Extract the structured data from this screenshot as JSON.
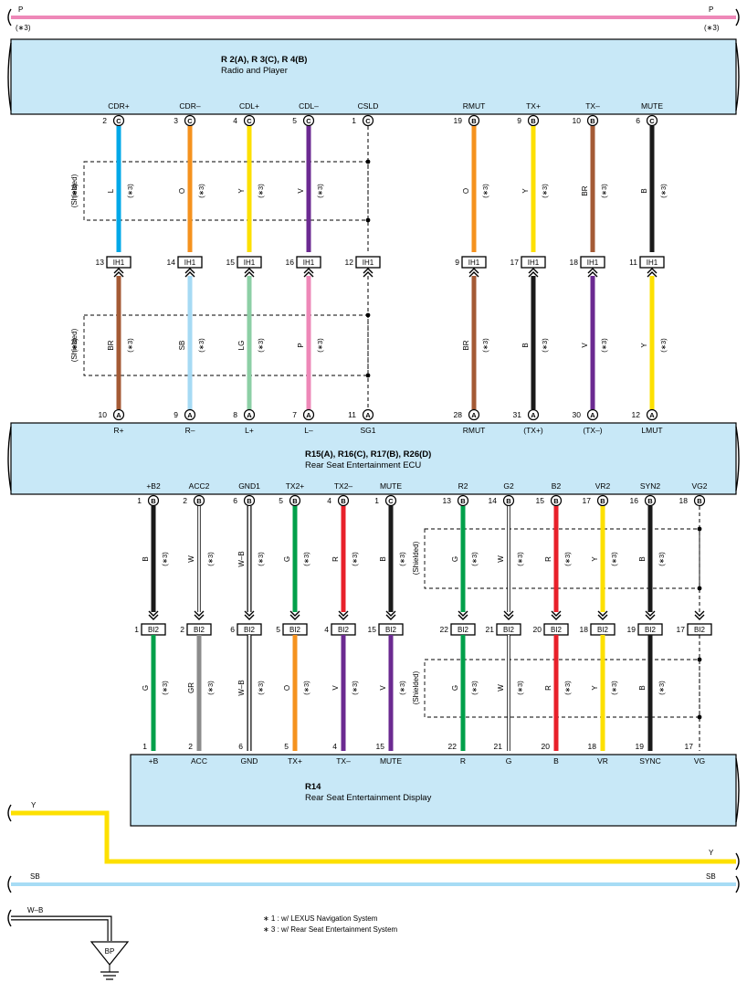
{
  "colors": {
    "pink": "#ee88b8",
    "yellow": "#fde000",
    "sky": "#a7dcf5",
    "cyan": "#00a8e8",
    "orange": "#f5921e",
    "purple": "#6b2a91",
    "brown": "#a45a35",
    "black": "#1a1a1a",
    "green": "#00a04a",
    "gray": "#8c8c8c",
    "red": "#e8202a",
    "lightgreen": "#8ccfa5",
    "lightblue": "#a6daf4",
    "box": "#c8e8f7"
  },
  "top_line": {
    "left": "P",
    "left_note": "(∗3)",
    "right": "P",
    "right_note": "(∗3)"
  },
  "radio": {
    "ref": "R 2(A), R 3(C), R 4(B)",
    "name": "Radio and Player"
  },
  "ecu": {
    "ref": "R15(A), R16(C), R17(B), R26(D)",
    "name": "Rear Seat Entertainment ECU"
  },
  "display": {
    "ref": "R14",
    "name": "Rear Seat Entertainment Display"
  },
  "shielded_label": "(Shielded)",
  "note_tag": "(∗3)",
  "section1": [
    {
      "top_name": "CDR+",
      "top_pin": "2",
      "top_conn": "C",
      "top_color": "cyan",
      "top_wire": "L",
      "ih_pin": "13",
      "ih": "IH1",
      "bot_color": "brown",
      "bot_wire": "BR",
      "bot_pin": "10",
      "bot_conn": "A",
      "bot_name": "R+"
    },
    {
      "top_name": "CDR–",
      "top_pin": "3",
      "top_conn": "C",
      "top_color": "orange",
      "top_wire": "O",
      "ih_pin": "14",
      "ih": "IH1",
      "bot_color": "lightblue",
      "bot_wire": "SB",
      "bot_pin": "9",
      "bot_conn": "A",
      "bot_name": "R–"
    },
    {
      "top_name": "CDL+",
      "top_pin": "4",
      "top_conn": "C",
      "top_color": "yellow",
      "top_wire": "Y",
      "ih_pin": "15",
      "ih": "IH1",
      "bot_color": "lightgreen",
      "bot_wire": "LG",
      "bot_pin": "8",
      "bot_conn": "A",
      "bot_name": "L+"
    },
    {
      "top_name": "CDL–",
      "top_pin": "5",
      "top_conn": "C",
      "top_color": "purple",
      "top_wire": "V",
      "ih_pin": "16",
      "ih": "IH1",
      "bot_color": "pink",
      "bot_wire": "P",
      "bot_pin": "7",
      "bot_conn": "A",
      "bot_name": "L–"
    },
    {
      "top_name": "CSLD",
      "top_pin": "1",
      "top_conn": "C",
      "top_color": "dashed",
      "top_wire": "",
      "ih_pin": "12",
      "ih": "IH1",
      "bot_color": "dashed",
      "bot_wire": "",
      "bot_pin": "11",
      "bot_conn": "A",
      "bot_name": "SG1"
    },
    {
      "top_name": "RMUT",
      "top_pin": "19",
      "top_conn": "B",
      "top_color": "orange",
      "top_wire": "O",
      "ih_pin": "9",
      "ih": "IH1",
      "bot_color": "brown",
      "bot_wire": "BR",
      "bot_pin": "28",
      "bot_conn": "A",
      "bot_name": "RMUT"
    },
    {
      "top_name": "TX+",
      "top_pin": "9",
      "top_conn": "B",
      "top_color": "yellow",
      "top_wire": "Y",
      "ih_pin": "17",
      "ih": "IH1",
      "bot_color": "black",
      "bot_wire": "B",
      "bot_pin": "31",
      "bot_conn": "A",
      "bot_name": "(TX+)"
    },
    {
      "top_name": "TX–",
      "top_pin": "10",
      "top_conn": "B",
      "top_color": "brown",
      "top_wire": "BR",
      "ih_pin": "18",
      "ih": "IH1",
      "bot_color": "purple",
      "bot_wire": "V",
      "bot_pin": "30",
      "bot_conn": "A",
      "bot_name": "(TX–)"
    },
    {
      "top_name": "MUTE",
      "top_pin": "6",
      "top_conn": "C",
      "top_color": "black",
      "top_wire": "B",
      "ih_pin": "11",
      "ih": "IH1",
      "bot_color": "yellow",
      "bot_wire": "Y",
      "bot_pin": "12",
      "bot_conn": "A",
      "bot_name": "LMUT"
    }
  ],
  "section2": [
    {
      "top_name": "+B2",
      "top_pin": "1",
      "top_conn": "B",
      "top_color": "black",
      "top_wire": "B",
      "bi_pin": "1",
      "bi": "BI2",
      "bot_color": "green",
      "bot_wire": "G",
      "bot_pin": "1",
      "bot_name": "+B"
    },
    {
      "top_name": "ACC2",
      "top_pin": "2",
      "top_conn": "B",
      "top_color": "white",
      "top_wire": "W",
      "bi_pin": "2",
      "bi": "BI2",
      "bot_color": "gray",
      "bot_wire": "GR",
      "bot_pin": "2",
      "bot_name": "ACC"
    },
    {
      "top_name": "GND1",
      "top_pin": "6",
      "top_conn": "B",
      "top_color": "wb",
      "top_wire": "W–B",
      "bi_pin": "6",
      "bi": "BI2",
      "bot_color": "wb",
      "bot_wire": "W–B",
      "bot_pin": "6",
      "bot_name": "GND"
    },
    {
      "top_name": "TX2+",
      "top_pin": "5",
      "top_conn": "B",
      "top_color": "green",
      "top_wire": "G",
      "bi_pin": "5",
      "bi": "BI2",
      "bot_color": "orange",
      "bot_wire": "O",
      "bot_pin": "5",
      "bot_name": "TX+"
    },
    {
      "top_name": "TX2–",
      "top_pin": "4",
      "top_conn": "B",
      "top_color": "red",
      "top_wire": "R",
      "bi_pin": "4",
      "bi": "BI2",
      "bot_color": "purple",
      "bot_wire": "V",
      "bot_pin": "4",
      "bot_name": "TX–"
    },
    {
      "top_name": "MUTE",
      "top_pin": "1",
      "top_conn": "C",
      "top_color": "black",
      "top_wire": "B",
      "bi_pin": "15",
      "bi": "BI2",
      "bot_color": "purple",
      "bot_wire": "V",
      "bot_pin": "15",
      "bot_name": "MUTE"
    },
    {
      "top_name": "R2",
      "top_pin": "13",
      "top_conn": "B",
      "top_color": "green",
      "top_wire": "G",
      "bi_pin": "22",
      "bi": "BI2",
      "bot_color": "green",
      "bot_wire": "G",
      "bot_pin": "22",
      "bot_name": "R"
    },
    {
      "top_name": "G2",
      "top_pin": "14",
      "top_conn": "B",
      "top_color": "white",
      "top_wire": "W",
      "bi_pin": "21",
      "bi": "BI2",
      "bot_color": "white",
      "bot_wire": "W",
      "bot_pin": "21",
      "bot_name": "G"
    },
    {
      "top_name": "B2",
      "top_pin": "15",
      "top_conn": "B",
      "top_color": "red",
      "top_wire": "R",
      "bi_pin": "20",
      "bi": "BI2",
      "bot_color": "red",
      "bot_wire": "R",
      "bot_pin": "20",
      "bot_name": "B"
    },
    {
      "top_name": "VR2",
      "top_pin": "17",
      "top_conn": "B",
      "top_color": "yellow",
      "top_wire": "Y",
      "bi_pin": "18",
      "bi": "BI2",
      "bot_color": "yellow",
      "bot_wire": "Y",
      "bot_pin": "18",
      "bot_name": "VR"
    },
    {
      "top_name": "SYN2",
      "top_pin": "16",
      "top_conn": "B",
      "top_color": "black",
      "top_wire": "B",
      "bi_pin": "19",
      "bi": "BI2",
      "bot_color": "black",
      "bot_wire": "B",
      "bot_pin": "19",
      "bot_name": "SYNC"
    },
    {
      "top_name": "VG2",
      "top_pin": "18",
      "top_conn": "B",
      "top_color": "dashed",
      "top_wire": "",
      "bi_pin": "17",
      "bi": "BI2",
      "bot_color": "dashed",
      "bot_wire": "",
      "bot_pin": "17",
      "bot_name": "VG"
    }
  ],
  "bottom_lines": {
    "y_left": "Y",
    "y_right": "Y",
    "sb_left": "SB",
    "sb_right": "SB",
    "wb_left": "W–B",
    "ground": "BP"
  },
  "notes": [
    "∗ 1 : w/ LEXUS Navigation System",
    "∗ 3 : w/ Rear Seat Entertainment System"
  ]
}
